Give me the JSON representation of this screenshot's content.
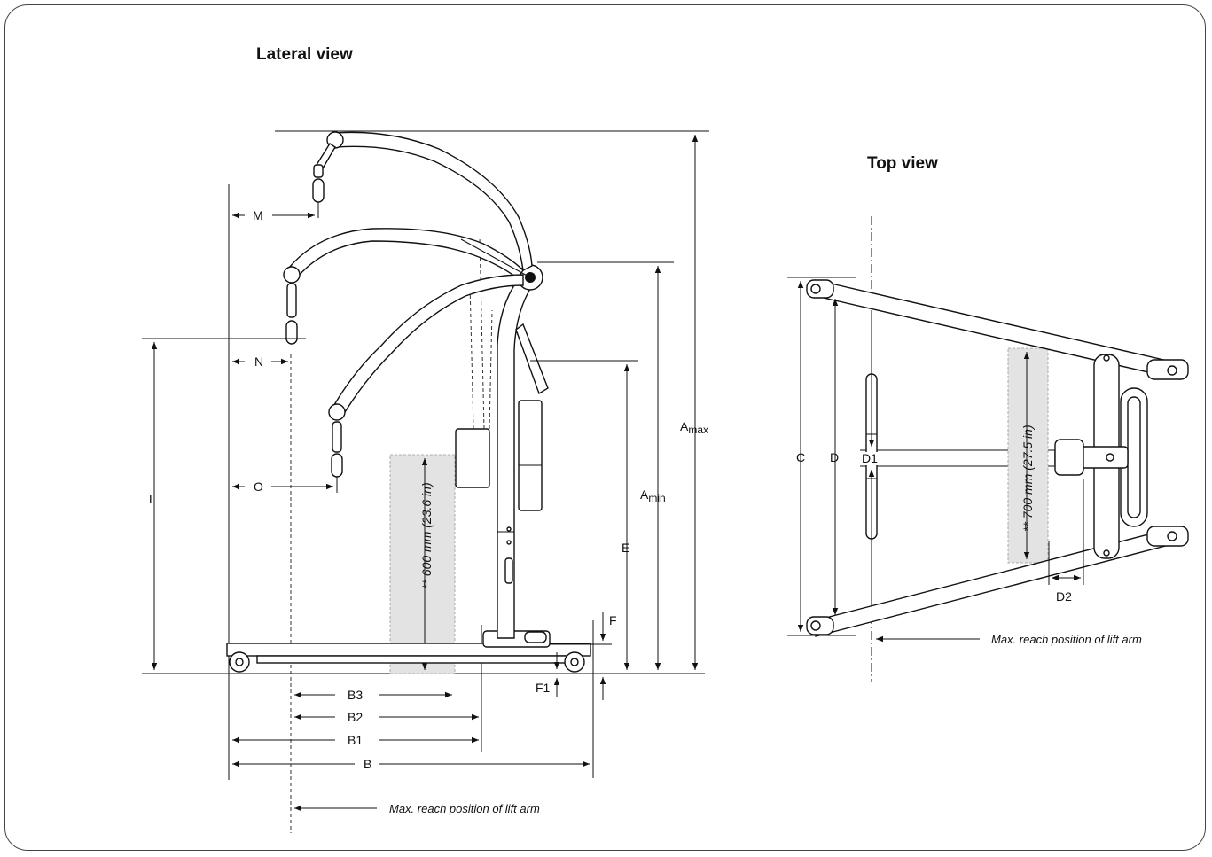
{
  "headings": {
    "lateral": "Lateral view",
    "top": "Top view"
  },
  "lateral_labels": {
    "M": "M",
    "N": "N",
    "O": "O",
    "L": "L",
    "A_max_main": "A",
    "A_max_sub": "max",
    "A_min_main": "A",
    "A_min_sub": "min",
    "E": "E",
    "F": "F",
    "F1": "F1",
    "B3": "B3",
    "B2": "B2",
    "B1": "B1",
    "B": "B",
    "zone": "** 600 mm (23.6 in)",
    "reach_note": "Max. reach position of lift arm"
  },
  "top_labels": {
    "C": "C",
    "D": "D",
    "D1": "D1",
    "D2": "D2",
    "zone": "** 700 mm (27.5 in)",
    "reach_note": "Max. reach position of lift arm"
  },
  "colors": {
    "line": "#111111",
    "zone": "#e3e3e3",
    "frame": "#444444"
  }
}
